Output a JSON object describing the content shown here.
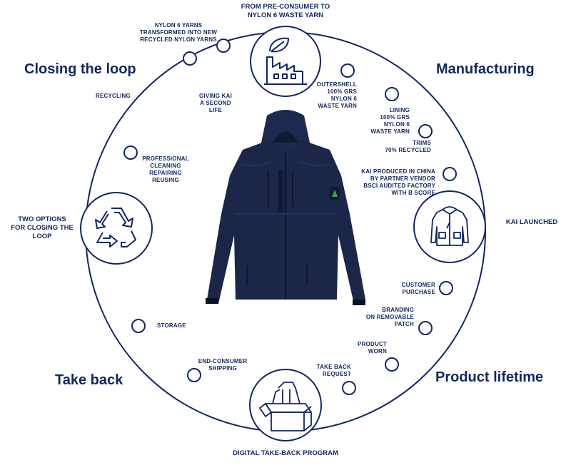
{
  "phases": {
    "closing": "Closing the loop",
    "manufacturing": "Manufacturing",
    "take_back": "Take back",
    "product_lifetime": "Product lifetime"
  },
  "hubs": {
    "top": [
      "FROM PRE-CONSUMER TO",
      "NYLON 6 WASTE YARN"
    ],
    "right": [
      "KAI",
      "LAUNCHED"
    ],
    "bottom": [
      "DIGITAL TAKE-BACK",
      "PROGRAM"
    ],
    "left": [
      "TWO OPTIONS",
      "FOR CLOSING",
      "THE LOOP"
    ]
  },
  "steps": {
    "nylon_yarns": [
      "NYLON 6 YARNS",
      "TRANSFORMED INTO NEW",
      "RECYCLED NYLON YARNS"
    ],
    "recycling": [
      "RECYCLING"
    ],
    "giving_second_life": [
      "GIVING KAI",
      "A SECOND",
      "LIFE"
    ],
    "professional": [
      "PROFESSIONAL",
      "CLEANING",
      "REPAIRING",
      "REUSING"
    ],
    "outershell": [
      "OUTERSHELL",
      "100% GRS",
      "NYLON 6",
      "WASTE YARN"
    ],
    "lining": [
      "LINING",
      "100% GRS",
      "NYLON 6",
      "WASTE YARN"
    ],
    "trims": [
      "TRIMS",
      "70% RECYCLED"
    ],
    "produced": [
      "KAI PRODUCED IN CHINA",
      "BY PARTNER VENDOR",
      "BSCI AUDITED FACTORY",
      "WITH B SCORE"
    ],
    "customer_purchase": [
      "CUSTOMER",
      "PURCHASE"
    ],
    "branding": [
      "BRANDING",
      "ON REMOVABLE",
      "PATCH"
    ],
    "product_worn": [
      "PRODUCT",
      "WORN"
    ],
    "take_back_request": [
      "TAKE BACK",
      "REQUEST"
    ],
    "end_consumer_shipping": [
      "END-CONSUMER",
      "SHIPPING"
    ],
    "storage": [
      "STORAGE"
    ]
  },
  "colors": {
    "navy": "#13275e",
    "jacket": "#1b2648",
    "patch_logo": "#3ea34a"
  },
  "icons": {
    "top": "factory-leaf-icon",
    "right": "jacket-icon",
    "bottom": "jacket-box-icon",
    "left": "recycle-icon",
    "center": "navy-jacket-image"
  }
}
